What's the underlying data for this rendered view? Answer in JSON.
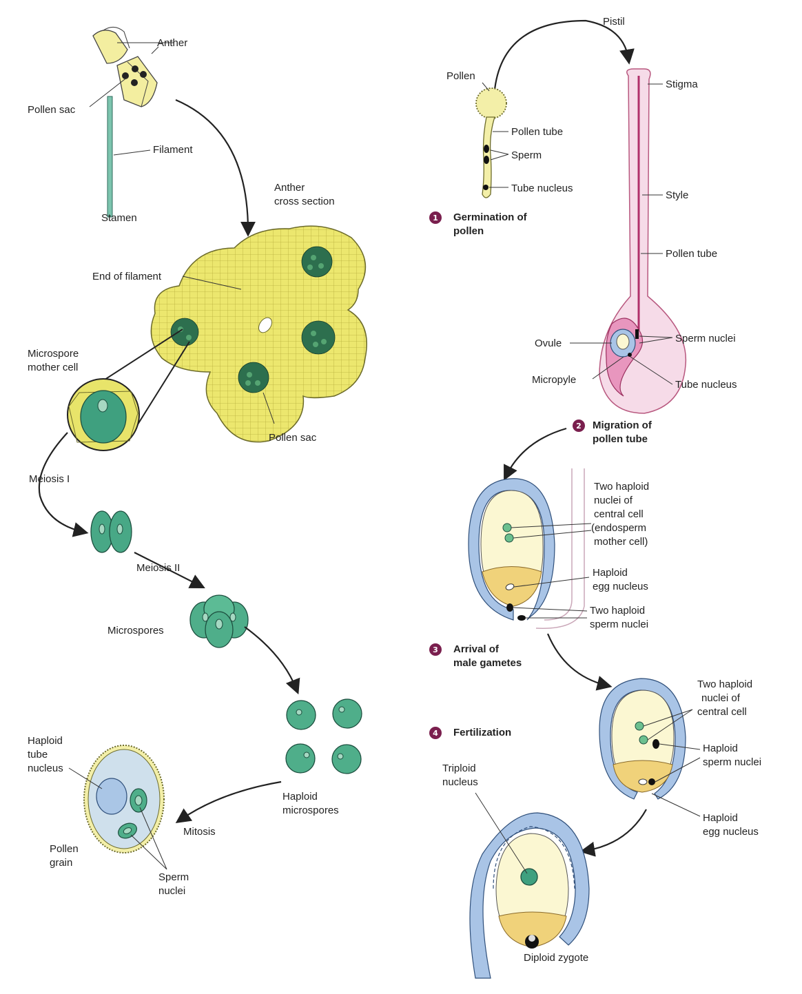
{
  "labels": {
    "anther": "Anther",
    "pollen_sac_top": "Pollen sac",
    "filament": "Filament",
    "stamen": "Stamen",
    "anther_cross_section": [
      "Anther",
      "cross section"
    ],
    "end_of_filament": "End of filament",
    "microspore_mother_cell": [
      "Microspore",
      "mother cell"
    ],
    "pollen_sac_bottom": "Pollen sac",
    "meiosis_1": "Meiosis I",
    "meiosis_2": "Meiosis II",
    "microspores": "Microspores",
    "haploid_microspores": [
      "Haploid",
      "microspores"
    ],
    "mitosis": "Mitosis",
    "haploid_tube_nucleus": [
      "Haploid",
      "tube",
      "nucleus"
    ],
    "pollen_grain": [
      "Pollen",
      "grain"
    ],
    "sperm_nuclei_left": [
      "Sperm",
      "nuclei"
    ],
    "pistil": "Pistil",
    "pollen": "Pollen",
    "stigma": "Stigma",
    "pollen_tube_top": "Pollen tube",
    "sperm": "Sperm",
    "tube_nucleus_top": "Tube nucleus",
    "style": "Style",
    "pollen_tube_mid": "Pollen tube",
    "ovule": "Ovule",
    "sperm_nuclei_right": "Sperm nuclei",
    "micropyle": "Micropyle",
    "tube_nucleus_bottom": "Tube nucleus",
    "two_haploid_nuclei_central_cell_endo": [
      "Two haploid",
      "nuclei of",
      "central cell",
      "(endosperm",
      "mother cell)"
    ],
    "haploid_egg_nucleus_1": [
      "Haploid",
      "egg nucleus"
    ],
    "two_haploid_sperm_nuclei": [
      "Two haploid",
      "sperm nuclei"
    ],
    "two_haploid_nuclei_central_cell": [
      "Two haploid",
      "nuclei of",
      "central cell"
    ],
    "haploid_sperm_nuclei": [
      "Haploid",
      "sperm nuclei"
    ],
    "haploid_egg_nucleus_2": [
      "Haploid",
      "egg nucleus"
    ],
    "triploid_nucleus": [
      "Triploid",
      "nucleus"
    ],
    "diploid_zygote": "Diploid zygote"
  },
  "steps": [
    {
      "num": "1",
      "lines": [
        "Germination of",
        "pollen"
      ]
    },
    {
      "num": "2",
      "lines": [
        "Migration of",
        "pollen tube"
      ]
    },
    {
      "num": "3",
      "lines": [
        "Arrival of",
        "male gametes"
      ]
    },
    {
      "num": "4",
      "lines": [
        "Fertilization"
      ]
    }
  ],
  "colors": {
    "anther_yellow": "#f2ec9c",
    "tissue_yellow": "#e8e46a",
    "sporocyte_green": "#3e9c7a",
    "microspore_green": "#4fae8a",
    "pistil_pink": "#f5d6e4",
    "style_magenta": "#b0306a",
    "integument_blue": "#a9c4e6",
    "embryo_sac_cream": "#fbf7d2",
    "egg_region_gold": "#f0d27a",
    "badge_purple": "#7a1f4e"
  }
}
